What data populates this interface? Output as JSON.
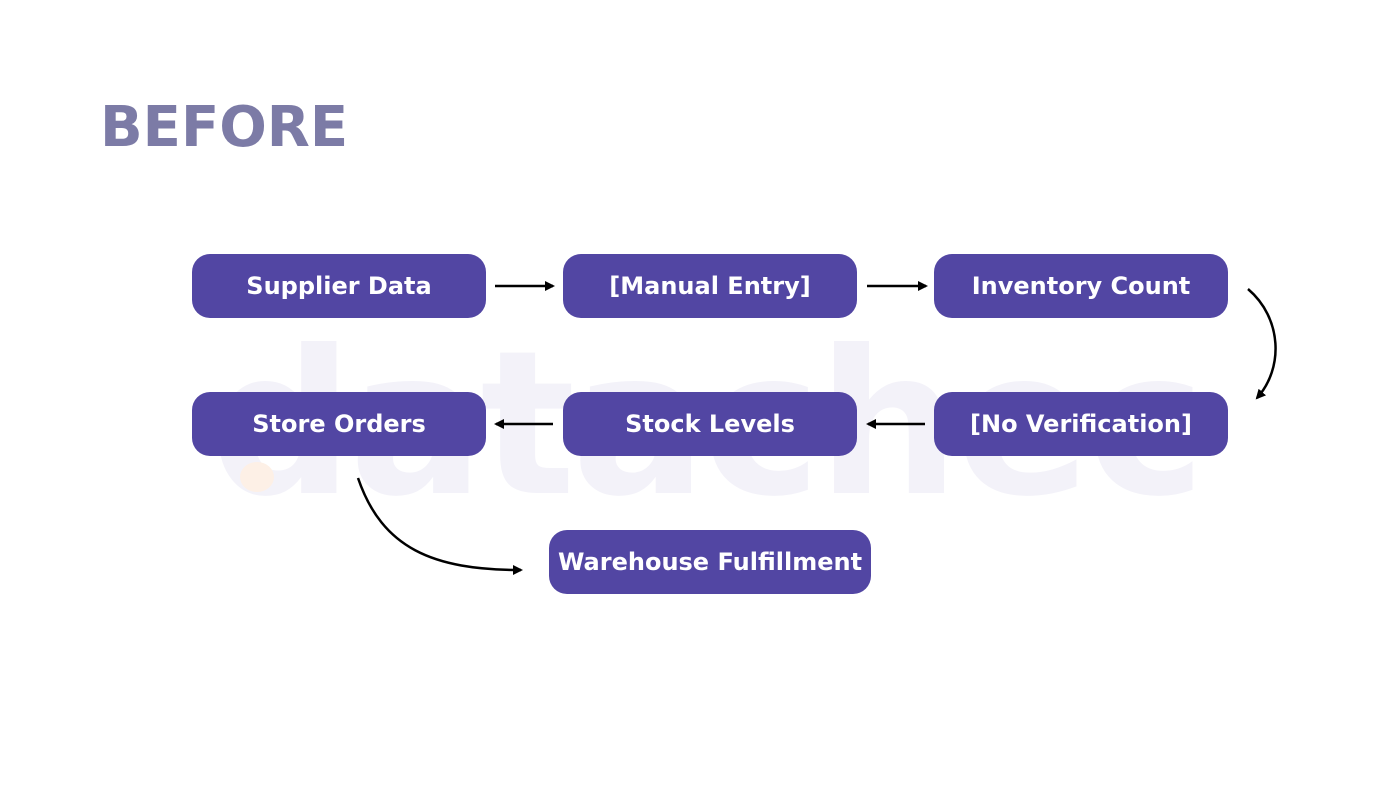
{
  "title": "BEFORE",
  "watermark": "datachecks",
  "colors": {
    "node_fill": "#5246a3",
    "node_text": "#ffffff",
    "title": "#7c7ba6",
    "arrow": "#000000",
    "watermark": "#f3f2f9"
  },
  "nodes": {
    "supplier": "Supplier Data",
    "manual": "[Manual Entry]",
    "inventory": "Inventory Count",
    "no_verification": "[No Verification]",
    "stock": "Stock Levels",
    "store": "Store Orders",
    "warehouse": "Warehouse Fulfillment"
  },
  "edges": [
    {
      "from": "Supplier Data",
      "to": "[Manual Entry]"
    },
    {
      "from": "[Manual Entry]",
      "to": "Inventory Count"
    },
    {
      "from": "Inventory Count",
      "to": "[No Verification]"
    },
    {
      "from": "[No Verification]",
      "to": "Stock Levels"
    },
    {
      "from": "Stock Levels",
      "to": "Store Orders"
    },
    {
      "from": "Store Orders",
      "to": "Warehouse Fulfillment"
    }
  ]
}
